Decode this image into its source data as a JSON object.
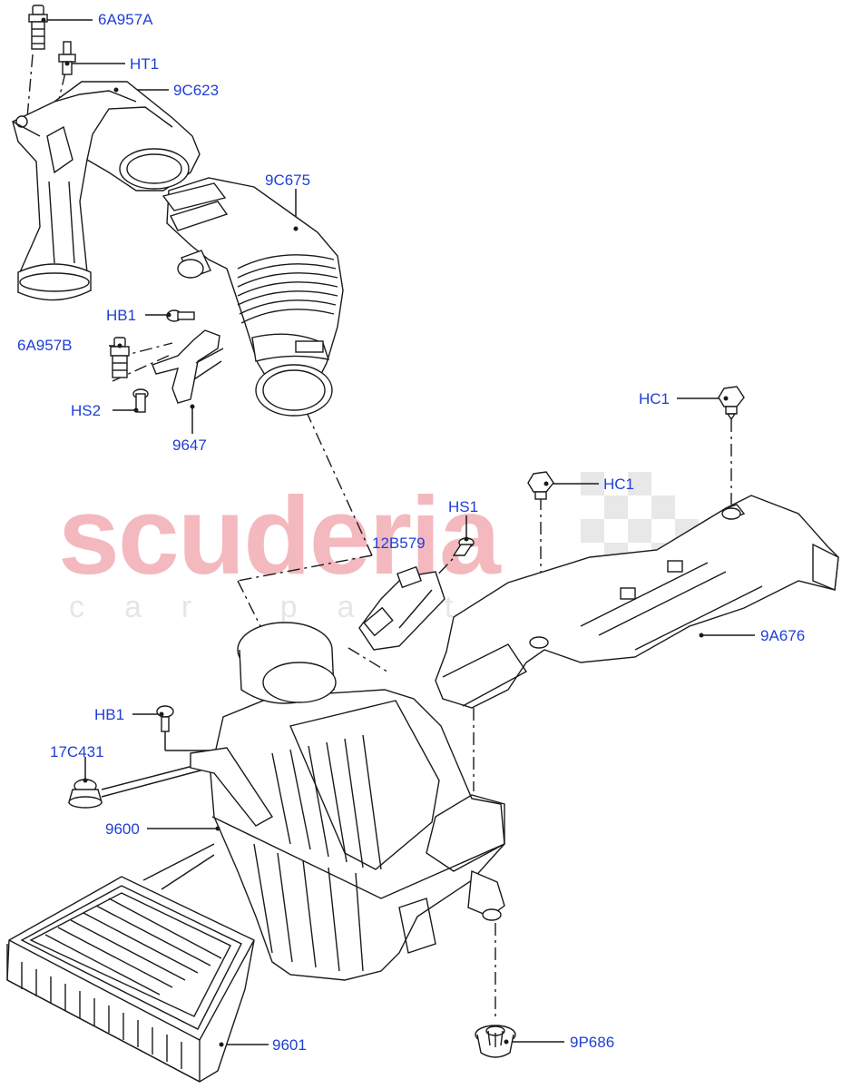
{
  "watermark": {
    "brand": "scuderia",
    "tagline": "car parts"
  },
  "callouts": {
    "c_6A957A": "6A957A",
    "c_HT1": "HT1",
    "c_9C623": "9C623",
    "c_9C675": "9C675",
    "c_HB1_top": "HB1",
    "c_6A957B": "6A957B",
    "c_HS2": "HS2",
    "c_9647": "9647",
    "c_HC1_right": "HC1",
    "c_HC1_mid": "HC1",
    "c_HS1": "HS1",
    "c_12B579": "12B579",
    "c_9A676": "9A676",
    "c_HB1_bottom": "HB1",
    "c_17C431": "17C431",
    "c_9600": "9600",
    "c_9P686": "9P686",
    "c_9601": "9601"
  },
  "colors": {
    "callout_text": "#1f3fd6",
    "line_art": "#1a1a1a",
    "watermark_red": "#f3b9bf",
    "watermark_grey": "#e6e6e6"
  }
}
